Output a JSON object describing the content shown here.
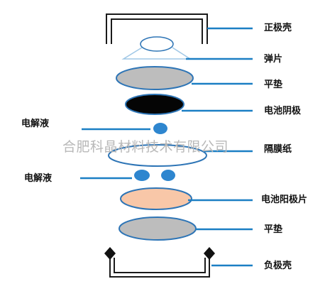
{
  "labels": {
    "positive_case": "正极壳",
    "spring": "弹片",
    "gasket_top": "平垫",
    "cathode": "电池阴极",
    "electrolyte_left_top": "电解液",
    "separator": "隔膜纸",
    "electrolyte_left_bottom": "电解液",
    "anode_sheet": "电池阳极片",
    "gasket_bottom": "平垫",
    "negative_case": "负极壳"
  },
  "watermark": "合肥科晶材料技术有限公司",
  "colors": {
    "leader_line": "#1b7fc4",
    "case_stroke": "#1a1a1a",
    "spring_stroke": "#9fc7e6",
    "gasket_fill": "#bdbdbd",
    "gasket_stroke": "#2e75b6",
    "cathode_fill": "#050505",
    "electrolyte_fill": "#2e86cf",
    "separator_stroke": "#2e75b6",
    "anode_fill": "#f8c7a8",
    "anode_stroke": "#2e75b6"
  }
}
